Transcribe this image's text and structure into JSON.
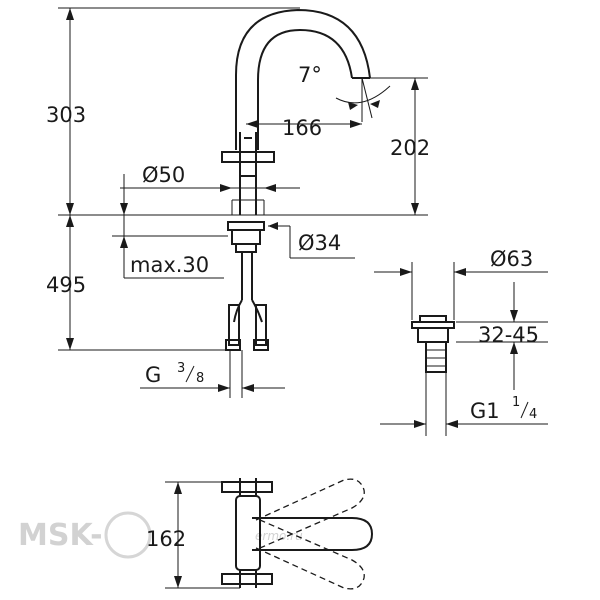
{
  "dimensions": {
    "total_height": "303",
    "below_deck": "495",
    "spout_angle": "7°",
    "spout_reach": "166",
    "spout_height": "202",
    "base_diameter": "Ø50",
    "flange_diameter": "Ø34",
    "max_thickness": "max.30",
    "connection_thread_main": "G",
    "connection_thread_num": "3",
    "connection_thread_den": "8",
    "waste_diameter": "Ø63",
    "waste_range": "32-45",
    "waste_thread_main": "G1",
    "waste_thread_num": "1",
    "waste_thread_den": "4",
    "top_view_width": "162"
  },
  "watermark": {
    "brand": "MSK-",
    "small": "ermo.ru"
  },
  "colors": {
    "line": "#1a1a1a",
    "watermark": "#d2d2d2"
  }
}
